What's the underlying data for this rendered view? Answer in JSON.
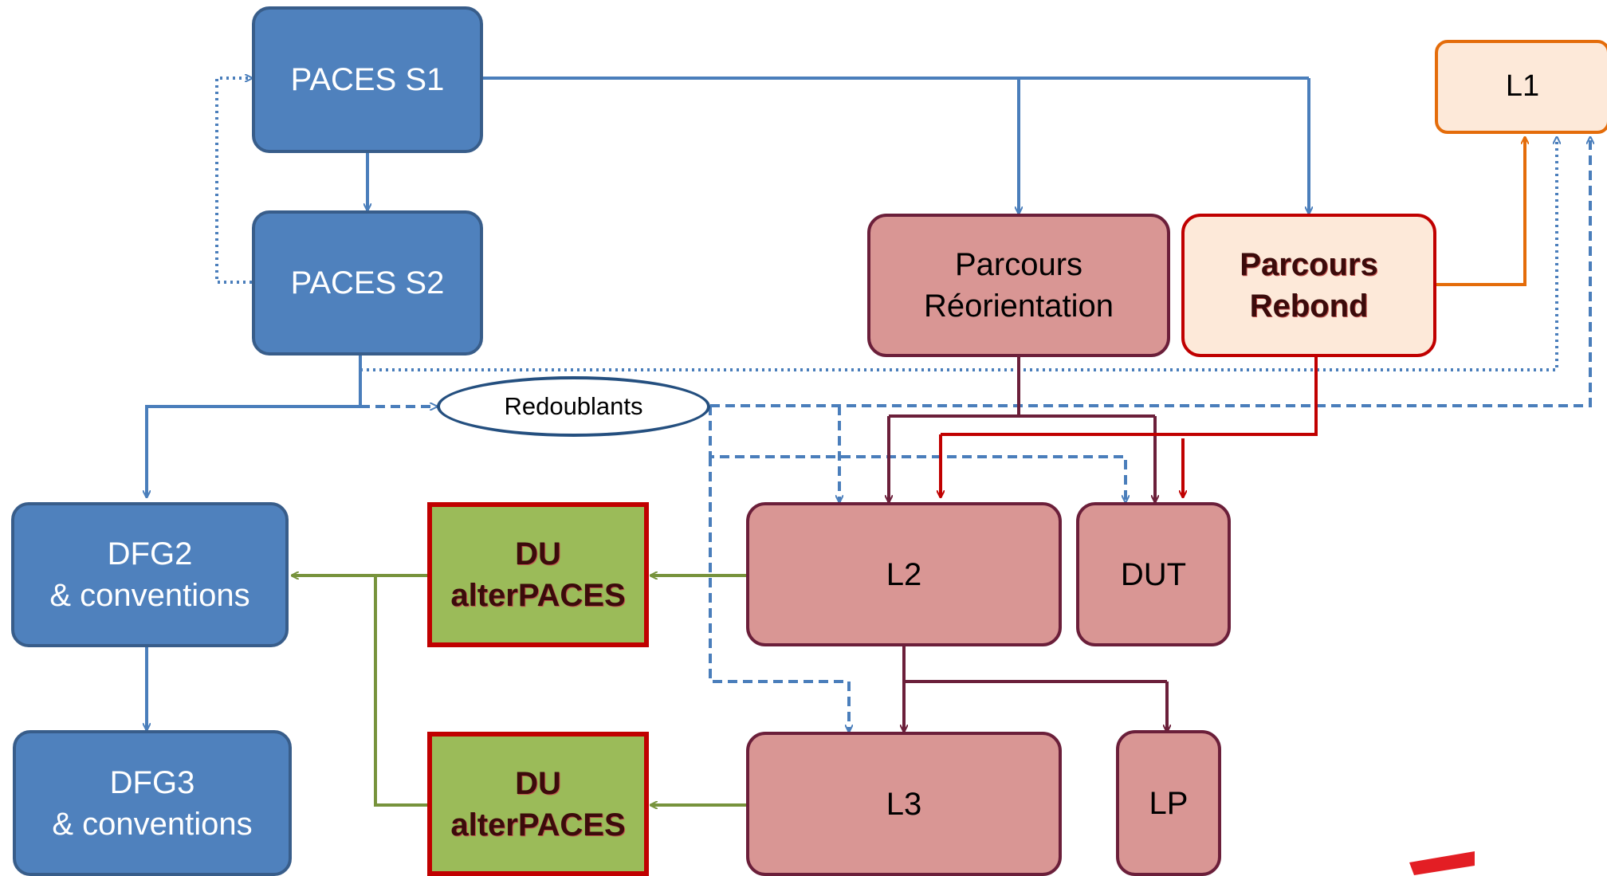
{
  "nodes": {
    "paces_s1": "PACES S1",
    "paces_s2": "PACES S2",
    "l1": "L1",
    "parcours_reorientation": [
      "Parcours",
      "Réorientation"
    ],
    "parcours_rebond": [
      "Parcours",
      "Rebond"
    ],
    "redoublants": "Redoublants",
    "dfg2": [
      "DFG2",
      "& conventions"
    ],
    "dfg3": [
      "DFG3",
      "& conventions"
    ],
    "du_alterpaces_1": [
      "DU",
      "alterPACES"
    ],
    "du_alterpaces_2": [
      "DU",
      "alterPACES"
    ],
    "l2": "L2",
    "dut": "DUT",
    "l3": "L3",
    "lp": "LP"
  },
  "colors": {
    "blue_node": "#4f81bd",
    "blue_arrow": "#4a7ebb",
    "rose_node": "#d99694",
    "dark_red_arrow": "#6b1f3a",
    "red_arrow": "#c00000",
    "orange_arrow": "#e46c0a",
    "green_node": "#9bbb59",
    "green_arrow": "#77933c"
  }
}
